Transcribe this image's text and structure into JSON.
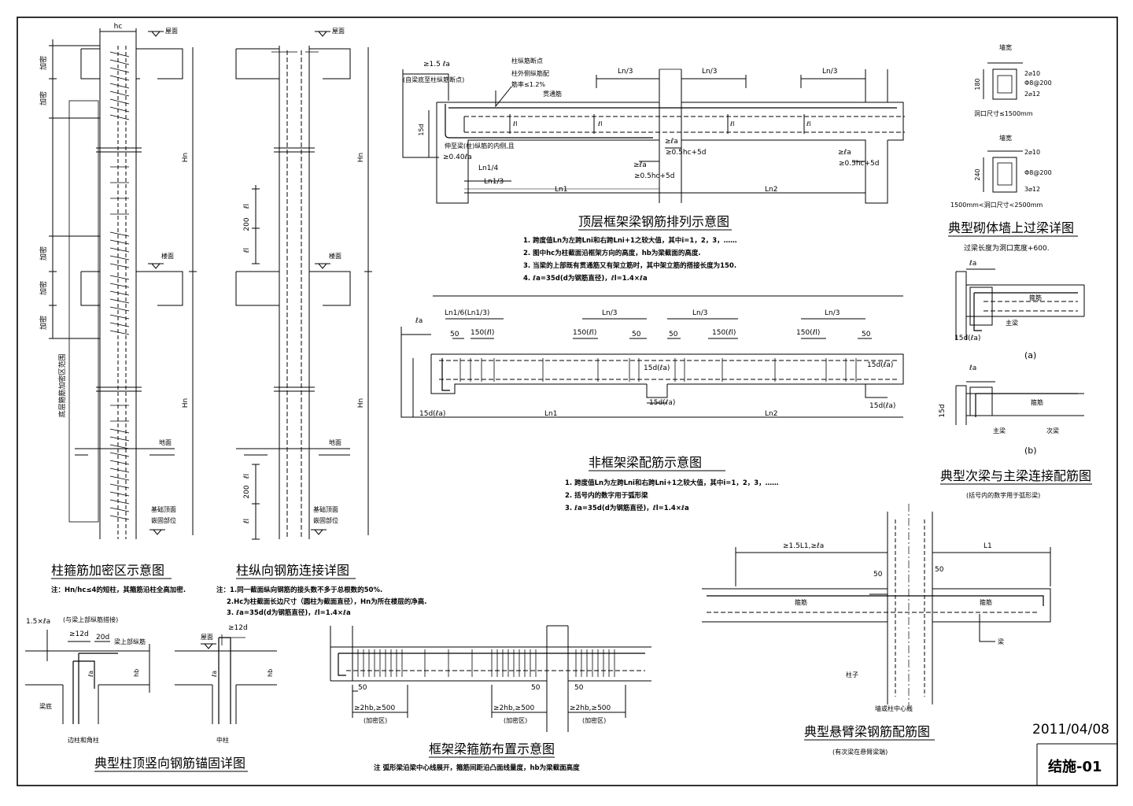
{
  "sheet": {
    "date": "2011/04/08",
    "drawing_no": "结施-01"
  },
  "col_stirrup": {
    "title": "柱箍筋加密区示意图",
    "note": "注：Hn/hc≤4的短柱，其箍筋沿柱全高加密.",
    "hc": "hc",
    "roof": "屋面",
    "floor": "楼面",
    "ground": "地面",
    "dense": "加密",
    "Hn": "Hn",
    "base_range": "底层箍筋加密区范围",
    "foundation_top": "基础顶面",
    "embed_part": "嵌固部位"
  },
  "col_longitudinal": {
    "title": "柱纵向钢筋连接详图",
    "notes": [
      "注：1.同一截面纵向钢筋的接头数不多于总根数的50%.",
      "2.Hc为柱截面长边尺寸（圆柱为截面直径），Hn为所在楼层的净高.",
      "3. ℓa=35d(d为钢筋直径)，ℓl=1.4×ℓa"
    ],
    "roof": "屋面",
    "floor": "楼面",
    "ground": "地面",
    "l1": "ℓl",
    "dim200": "200",
    "Hn": "Hn",
    "foundation_top": "基础顶面",
    "embed_part": "嵌固部位"
  },
  "top_beam": {
    "title": "顶层框架梁钢筋排列示意图",
    "labels": {
      "ge15la": "≥1.5 ℓa",
      "from_beam": "(自梁底至柱纵筋断点)",
      "cut_point": "柱纵筋断点",
      "outer_ratio1": "柱外侧纵筋配",
      "outer_ratio2": "筋率≤1.2%",
      "through_bar": "贯通筋",
      "d15": "15d",
      "extend": "伸至梁(柱)纵筋的内侧,且",
      "ge040la": "≥0.40ℓa",
      "ln14": "Ln1/4",
      "ln13": "Ln1/3",
      "ln3": "Ln/3",
      "l1": "ℓl",
      "ln1": "Ln1",
      "ln2": "Ln2",
      "ge_la_a": "≥ℓa",
      "ge05hc_a": "≥0.5hc+5d",
      "ge_la_b": "≥ℓa",
      "ge05hc_b": "≥0.5hc+5d",
      "ge_la_c": "≥ℓa",
      "ge05hc_c": "≥0.5hc+5d"
    },
    "notes": [
      "1.  跨度值Ln为左跨Lni和右跨Lni+1之较大值，其中i=1，2，3，……",
      "2.  图中hc为柱截面沿框架方向的高度，hb为梁截面的高度.",
      "3.  当梁的上部既有贯通筋又有架立筋时，其中架立筋的搭接长度为150.",
      "4.  ℓa=35d(d为钢筋直径)，ℓl=1.4×ℓa"
    ]
  },
  "nonframe_beam": {
    "title": "非框架梁配筋示意图",
    "labels": {
      "la": "ℓa",
      "ln16": "Ln1/6(Ln1/3)",
      "ln3": "Ln/3",
      "d50": "50",
      "l150": "150(ℓl)",
      "d15la": "15d(ℓa)",
      "ln1": "Ln1",
      "ln2": "Ln2"
    },
    "notes": [
      "1.  跨度值Ln为左跨Lni和右跨Lni+1之较大值，其中i=1，2，3，……",
      "2.  括号内的数字用于弧形梁",
      "3.  ℓa=35d(d为钢筋直径)，ℓl=1.4×ℓa"
    ]
  },
  "lintel": {
    "title": "典型砌体墙上过梁详图",
    "subtitle": "过梁长度为洞口宽度+600.",
    "wall": "墙宽",
    "a": {
      "h": "180",
      "top": "2⌀10",
      "stir": "Φ8@200",
      "bot": "2⌀12",
      "range": "洞口尺寸≤1500mm"
    },
    "b": {
      "h": "240",
      "top": "2⌀10",
      "stir": "Φ8@200",
      "bot": "3⌀12",
      "range": "1500mm<洞口尺寸<2500mm"
    }
  },
  "secondary": {
    "title": "典型次梁与主梁连接配筋图",
    "subtitle": "(括号内的数字用于弧形梁)",
    "la": "ℓa",
    "bar": "箍筋",
    "main_beam": "主梁",
    "sec_beam": "次梁",
    "d15la": "15d(ℓa)",
    "d15": "15d",
    "cap_a": "(a)",
    "cap_b": "(b)"
  },
  "cantilever": {
    "title": "典型悬臂梁钢筋配筋图",
    "subtitle": "(有次梁在悬臂梁端)",
    "ge15l1": "≥1.5L1,≥ℓa",
    "l1": "L1",
    "d50": "50",
    "bar": "箍筋",
    "beam": "梁",
    "column": "柱子",
    "axis": "墙或柱中心线"
  },
  "col_top": {
    "title": "典型柱顶竖向钢筋锚固详图",
    "ge15": "1.5×ℓa",
    "ge15note": "(与梁上部纵筋搭接)",
    "ge12d": "≥12d",
    "d20": "20d",
    "beam_top": "梁上部纵筋",
    "roof": "屋面",
    "la": "ℓa",
    "hb": "hb",
    "beam_bottom": "梁底",
    "edge": "边柱和角柱",
    "mid": "中柱"
  },
  "stirrup_layout": {
    "title": "框架梁箍筋布置示意图",
    "note": "注  弧形梁沿梁中心线展开，箍筋间距沿凸面线量度，hb为梁截面高度",
    "d50": "50",
    "ge2hb": "≥2hb,≥500",
    "dense": "(加密区)"
  }
}
